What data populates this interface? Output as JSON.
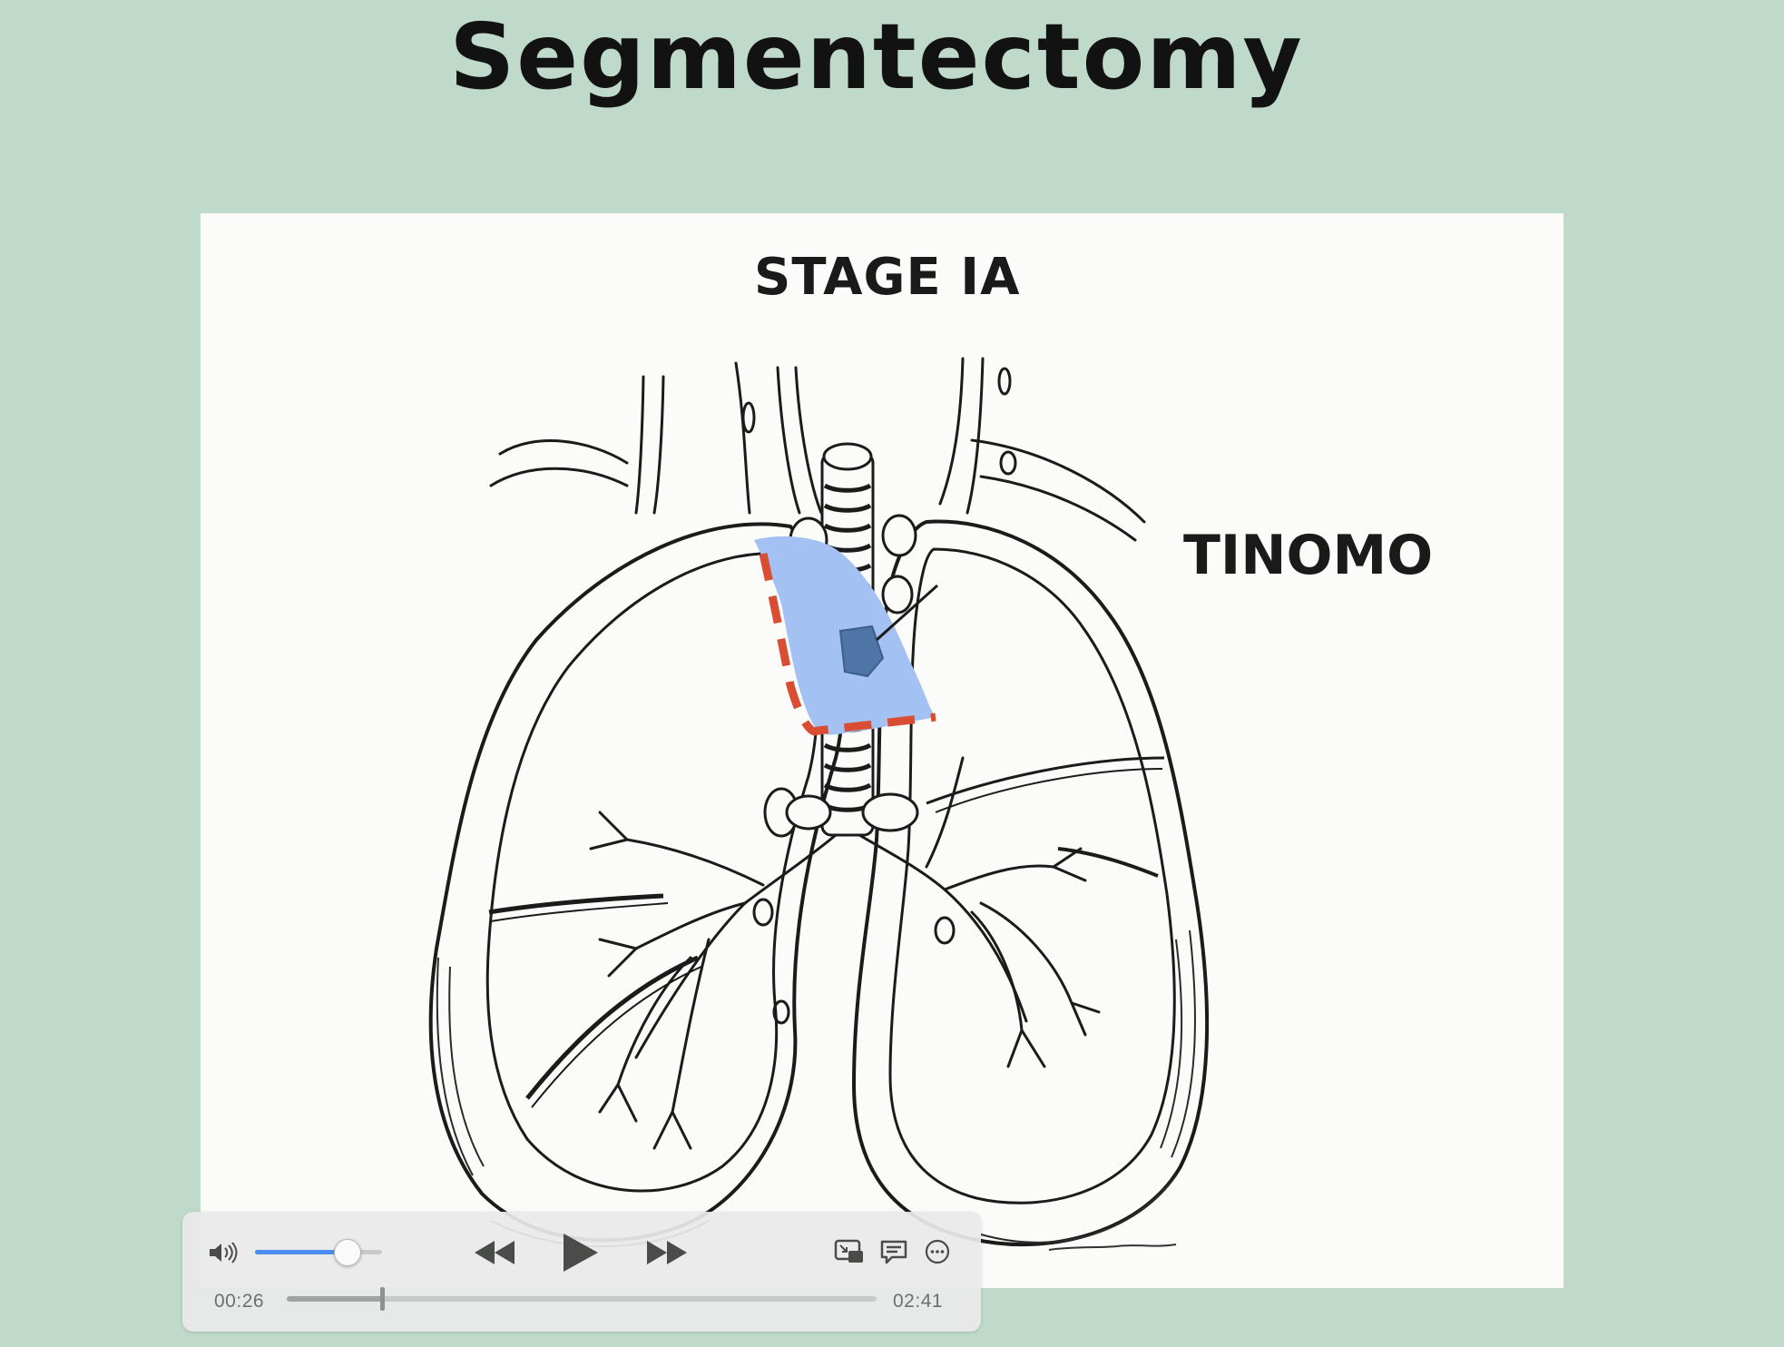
{
  "slide": {
    "title": "Segmentectomy",
    "background_color": "#bfdacb"
  },
  "figure": {
    "title": "STAGE IA",
    "label": "TINOMO",
    "highlight_color": "#a3c1f3",
    "tumor_color": "#4f74a6",
    "resection_line_color": "#d94e33"
  },
  "player": {
    "current_time": "00:26",
    "total_time": "02:41",
    "progress_fraction": 0.161,
    "volume_fraction": 0.72,
    "icons": [
      "volume-icon",
      "rewind-icon",
      "play-icon",
      "fast-forward-icon",
      "picture-in-picture-icon",
      "captions-icon",
      "more-options-icon"
    ]
  }
}
